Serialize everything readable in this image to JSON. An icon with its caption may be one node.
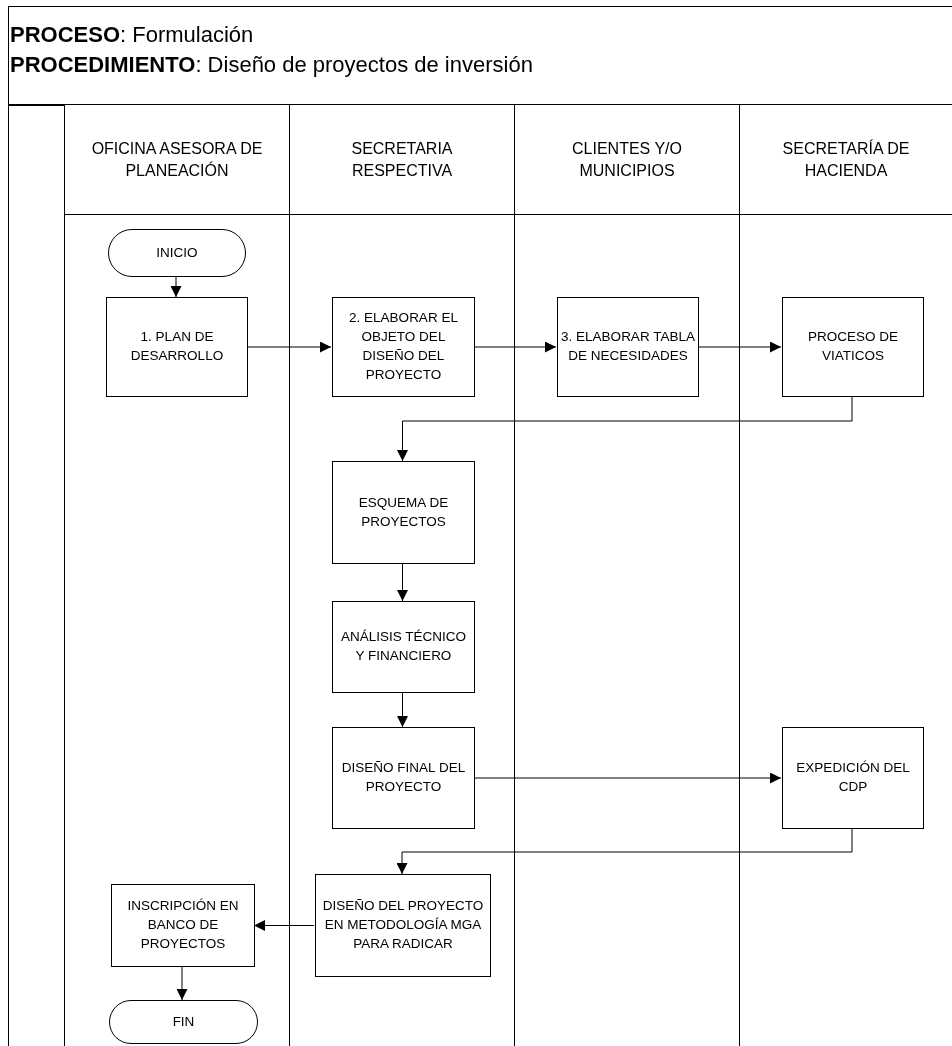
{
  "diagram": {
    "title": "**PROCESO**: Formulación",
    "nodes": [
      {
        "text": [
          "OFICINA ASESORA DE PLANEACIÓN"
        ]
      },
      {
        "text": [
          "SECRETARIA RESPECTIVA"
        ]
      },
      {
        "text": [
          "CLIENTES Y/O MUNICIPIOS"
        ]
      },
      {
        "text": [
          "SECRETARÍA DE HACIENDA"
        ]
      },
      {
        "text": [
          "INICIO"
        ],
        "in": 0
      },
      {
        "text": [
          "1. PLAN DE DESARROLLO"
        ],
        "in": 0
      },
      {
        "text": [
          "2. ELABORAR EL OBJETO DEL DISEÑO DEL PROYECTO"
        ],
        "in": 1
      },
      {
        "text": [
          "3. ELABORAR TABLA DE NECESIDADES"
        ],
        "in": 2
      },
      {
        "text": [
          "PROCESO DE VIATICOS"
        ],
        "in": 3
      },
      {
        "text": [
          "ESQUEMA DE PROYECTOS"
        ],
        "in": 1
      },
      {
        "text": [
          "ANÁLISIS TÉCNICO Y FINANCIERO"
        ],
        "in": 1
      },
      {
        "text": [
          "DISEÑO FINAL DEL PROYECTO"
        ],
        "in": 1
      },
      {
        "text": [
          "EXPEDICIÓN DEL CDP"
        ],
        "in": 3
      },
      {
        "text": [
          "INSCRIPCIÓN EN BANCO DE PROYECTOS"
        ],
        "in": 0
      },
      {
        "text": [
          "DISEÑO DEL PROYECTO EN METODOLOGÍA MGA PARA RADICAR"
        ],
        "in": 1
      },
      {
        "text": [
          "FIN"
        ],
        "in": 0
      }
    ],
    "edges": [
      {
        "from": 4,
        "to": 5,
        "arrow": "to"
      },
      {
        "from": 5,
        "to": 6,
        "arrow": "to"
      },
      {
        "from": 6,
        "to": 7,
        "arrow": "to"
      },
      {
        "from": 7,
        "to": 8,
        "arrow": "to"
      },
      {
        "from": 8,
        "to": 9,
        "arrow": "to"
      },
      {
        "from": 9,
        "to": 10,
        "arrow": "to"
      },
      {
        "from": 10,
        "to": 11,
        "arrow": "to"
      },
      {
        "from": 11,
        "to": 12,
        "arrow": "to"
      },
      {
        "from": 12,
        "to": 14,
        "arrow": "to"
      },
      {
        "from": 14,
        "to": 13,
        "arrow": "to"
      },
      {
        "from": 13,
        "to": 15,
        "arrow": "to"
      }
    ],
    "labels": [
      "**PROCEDIMIENTO**: Diseño de proyectos de inversión"
    ]
  }
}
